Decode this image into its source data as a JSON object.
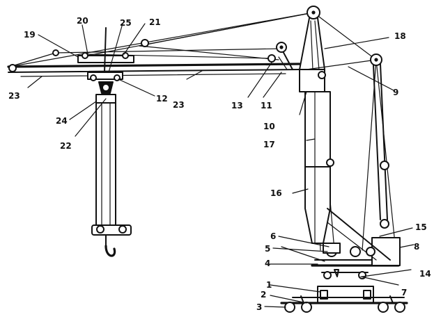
{
  "callouts": {
    "c1": "1",
    "c2": "2",
    "c3": "3",
    "c4": "4",
    "c5": "5",
    "c6": "6",
    "c7": "7",
    "c8": "8",
    "c9": "9",
    "c10": "10",
    "c11": "11",
    "c12": "12",
    "c13": "13",
    "c14": "14",
    "c15": "15",
    "c16": "16",
    "c17": "17",
    "c18": "18",
    "c19": "19",
    "c20": "20",
    "c21": "21",
    "c22": "22",
    "c23a": "23",
    "c23b": "23",
    "c24": "24",
    "c25": "25"
  },
  "colors": {
    "ink": "#111111",
    "paper": "#ffffff"
  }
}
